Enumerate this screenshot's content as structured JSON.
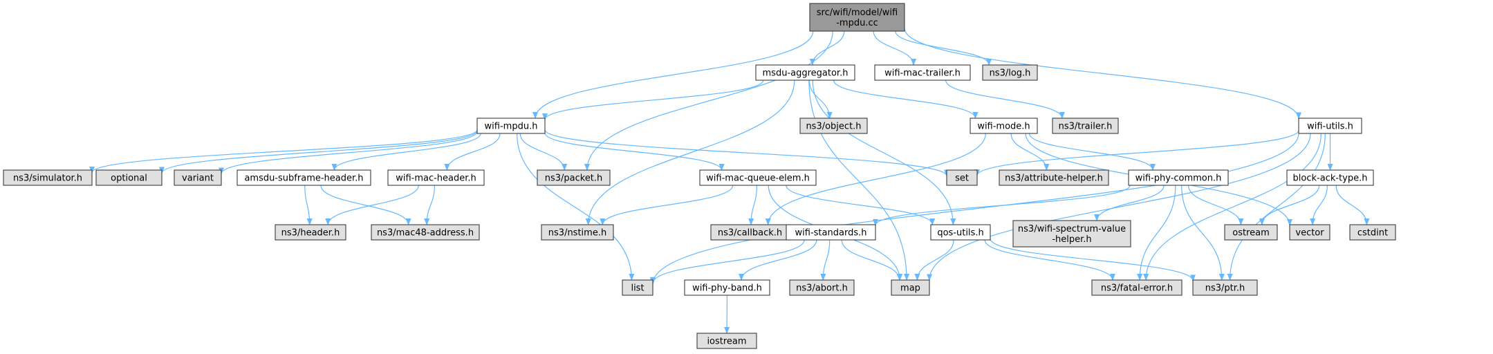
{
  "colors": {
    "root_fill": "#999999",
    "header_fill": "#ffffff",
    "system_fill": "#e0e0e0",
    "edge": "#63b8ff",
    "border": "#3b3b3b"
  },
  "nodes": [
    {
      "id": "wifi-mpdu-cc",
      "lines": [
        "src/wifi/model/wifi",
        "-mpdu.cc"
      ],
      "kind": "root"
    },
    {
      "id": "msdu-aggregator-h",
      "lines": [
        "msdu-aggregator.h"
      ],
      "kind": "header"
    },
    {
      "id": "wifi-mac-trailer-h",
      "lines": [
        "wifi-mac-trailer.h"
      ],
      "kind": "header"
    },
    {
      "id": "ns3-log-h",
      "lines": [
        "ns3/log.h"
      ],
      "kind": "system"
    },
    {
      "id": "wifi-utils-h",
      "lines": [
        "wifi-utils.h"
      ],
      "kind": "header"
    },
    {
      "id": "wifi-mpdu-h",
      "lines": [
        "wifi-mpdu.h"
      ],
      "kind": "header"
    },
    {
      "id": "ns3-object-h",
      "lines": [
        "ns3/object.h"
      ],
      "kind": "system"
    },
    {
      "id": "wifi-mode-h",
      "lines": [
        "wifi-mode.h"
      ],
      "kind": "header"
    },
    {
      "id": "ns3-trailer-h",
      "lines": [
        "ns3/trailer.h"
      ],
      "kind": "system"
    },
    {
      "id": "ns3-simulator-h",
      "lines": [
        "ns3/simulator.h"
      ],
      "kind": "system"
    },
    {
      "id": "optional",
      "lines": [
        "optional"
      ],
      "kind": "system"
    },
    {
      "id": "variant",
      "lines": [
        "variant"
      ],
      "kind": "system"
    },
    {
      "id": "amsdu-subframe-header-h",
      "lines": [
        "amsdu-subframe-header.h"
      ],
      "kind": "header"
    },
    {
      "id": "wifi-mac-header-h",
      "lines": [
        "wifi-mac-header.h"
      ],
      "kind": "header"
    },
    {
      "id": "ns3-packet-h",
      "lines": [
        "ns3/packet.h"
      ],
      "kind": "system"
    },
    {
      "id": "wifi-mac-queue-elem-h",
      "lines": [
        "wifi-mac-queue-elem.h"
      ],
      "kind": "header"
    },
    {
      "id": "set",
      "lines": [
        "set"
      ],
      "kind": "system"
    },
    {
      "id": "ns3-attribute-helper-h",
      "lines": [
        "ns3/attribute-helper.h"
      ],
      "kind": "system"
    },
    {
      "id": "wifi-phy-common-h",
      "lines": [
        "wifi-phy-common.h"
      ],
      "kind": "header"
    },
    {
      "id": "block-ack-type-h",
      "lines": [
        "block-ack-type.h"
      ],
      "kind": "header"
    },
    {
      "id": "ns3-header-h",
      "lines": [
        "ns3/header.h"
      ],
      "kind": "system"
    },
    {
      "id": "ns3-mac48-address-h",
      "lines": [
        "ns3/mac48-address.h"
      ],
      "kind": "system"
    },
    {
      "id": "ns3-nstime-h",
      "lines": [
        "ns3/nstime.h"
      ],
      "kind": "system"
    },
    {
      "id": "ns3-callback-h",
      "lines": [
        "ns3/callback.h"
      ],
      "kind": "system"
    },
    {
      "id": "qos-utils-h",
      "lines": [
        "qos-utils.h"
      ],
      "kind": "header"
    },
    {
      "id": "ns3-wifi-spectrum-value-helper-h",
      "lines": [
        "ns3/wifi-spectrum-value",
        "-helper.h"
      ],
      "kind": "system"
    },
    {
      "id": "ostream",
      "lines": [
        "ostream"
      ],
      "kind": "system"
    },
    {
      "id": "vector",
      "lines": [
        "vector"
      ],
      "kind": "system"
    },
    {
      "id": "cstdint",
      "lines": [
        "cstdint"
      ],
      "kind": "system"
    },
    {
      "id": "wifi-standards-h",
      "lines": [
        "wifi-standards.h"
      ],
      "kind": "header"
    },
    {
      "id": "list",
      "lines": [
        "list"
      ],
      "kind": "system"
    },
    {
      "id": "wifi-phy-band-h",
      "lines": [
        "wifi-phy-band.h"
      ],
      "kind": "header"
    },
    {
      "id": "ns3-abort-h",
      "lines": [
        "ns3/abort.h"
      ],
      "kind": "system"
    },
    {
      "id": "map",
      "lines": [
        "map"
      ],
      "kind": "system"
    },
    {
      "id": "ns3-fatal-error-h",
      "lines": [
        "ns3/fatal-error.h"
      ],
      "kind": "system"
    },
    {
      "id": "ns3-ptr-h",
      "lines": [
        "ns3/ptr.h"
      ],
      "kind": "system"
    },
    {
      "id": "iostream",
      "lines": [
        "iostream"
      ],
      "kind": "system"
    }
  ],
  "edges": [
    [
      "wifi-mpdu-cc",
      "msdu-aggregator-h"
    ],
    [
      "wifi-mpdu-cc",
      "wifi-mac-trailer-h"
    ],
    [
      "wifi-mpdu-cc",
      "ns3-log-h"
    ],
    [
      "wifi-mpdu-cc",
      "wifi-utils-h"
    ],
    [
      "wifi-mpdu-cc",
      "wifi-mpdu-h"
    ],
    [
      "wifi-mpdu-cc",
      "ns3-packet-h"
    ],
    [
      "msdu-aggregator-h",
      "wifi-mpdu-h"
    ],
    [
      "msdu-aggregator-h",
      "ns3-object-h"
    ],
    [
      "msdu-aggregator-h",
      "wifi-mode-h"
    ],
    [
      "msdu-aggregator-h",
      "ns3-nstime-h"
    ],
    [
      "msdu-aggregator-h",
      "map"
    ],
    [
      "msdu-aggregator-h",
      "qos-utils-h"
    ],
    [
      "wifi-mac-trailer-h",
      "ns3-trailer-h"
    ],
    [
      "wifi-utils-h",
      "block-ack-type-h"
    ],
    [
      "wifi-utils-h",
      "set"
    ],
    [
      "wifi-utils-h",
      "list"
    ],
    [
      "wifi-utils-h",
      "map"
    ],
    [
      "wifi-utils-h",
      "ns3-fatal-error-h"
    ],
    [
      "wifi-utils-h",
      "ns3-ptr-h"
    ],
    [
      "wifi-mpdu-h",
      "ns3-simulator-h"
    ],
    [
      "wifi-mpdu-h",
      "optional"
    ],
    [
      "wifi-mpdu-h",
      "variant"
    ],
    [
      "wifi-mpdu-h",
      "amsdu-subframe-header-h"
    ],
    [
      "wifi-mpdu-h",
      "wifi-mac-header-h"
    ],
    [
      "wifi-mpdu-h",
      "ns3-packet-h"
    ],
    [
      "wifi-mpdu-h",
      "wifi-mac-queue-elem-h"
    ],
    [
      "wifi-mpdu-h",
      "set"
    ],
    [
      "wifi-mpdu-h",
      "list"
    ],
    [
      "wifi-mode-h",
      "ns3-attribute-helper-h"
    ],
    [
      "wifi-mode-h",
      "wifi-phy-common-h"
    ],
    [
      "wifi-mode-h",
      "vector"
    ],
    [
      "wifi-mode-h",
      "ns3-callback-h"
    ],
    [
      "amsdu-subframe-header-h",
      "ns3-header-h"
    ],
    [
      "amsdu-subframe-header-h",
      "ns3-mac48-address-h"
    ],
    [
      "wifi-mac-header-h",
      "ns3-header-h"
    ],
    [
      "wifi-mac-header-h",
      "ns3-mac48-address-h"
    ],
    [
      "wifi-mac-queue-elem-h",
      "ns3-nstime-h"
    ],
    [
      "wifi-mac-queue-elem-h",
      "ns3-callback-h"
    ],
    [
      "wifi-mac-queue-elem-h",
      "qos-utils-h"
    ],
    [
      "wifi-mac-queue-elem-h",
      "map"
    ],
    [
      "wifi-phy-common-h",
      "ns3-wifi-spectrum-value-helper-h"
    ],
    [
      "wifi-phy-common-h",
      "ostream"
    ],
    [
      "wifi-phy-common-h",
      "wifi-standards-h"
    ],
    [
      "wifi-phy-common-h",
      "ns3-fatal-error-h"
    ],
    [
      "wifi-phy-common-h",
      "ns3-ptr-h"
    ],
    [
      "block-ack-type-h",
      "ostream"
    ],
    [
      "block-ack-type-h",
      "vector"
    ],
    [
      "block-ack-type-h",
      "cstdint"
    ],
    [
      "qos-utils-h",
      "map"
    ],
    [
      "qos-utils-h",
      "ns3-fatal-error-h"
    ],
    [
      "qos-utils-h",
      "ns3-ptr-h"
    ],
    [
      "wifi-standards-h",
      "list"
    ],
    [
      "wifi-standards-h",
      "wifi-phy-band-h"
    ],
    [
      "wifi-standards-h",
      "ns3-abort-h"
    ],
    [
      "wifi-standards-h",
      "map"
    ],
    [
      "wifi-phy-band-h",
      "iostream"
    ]
  ]
}
